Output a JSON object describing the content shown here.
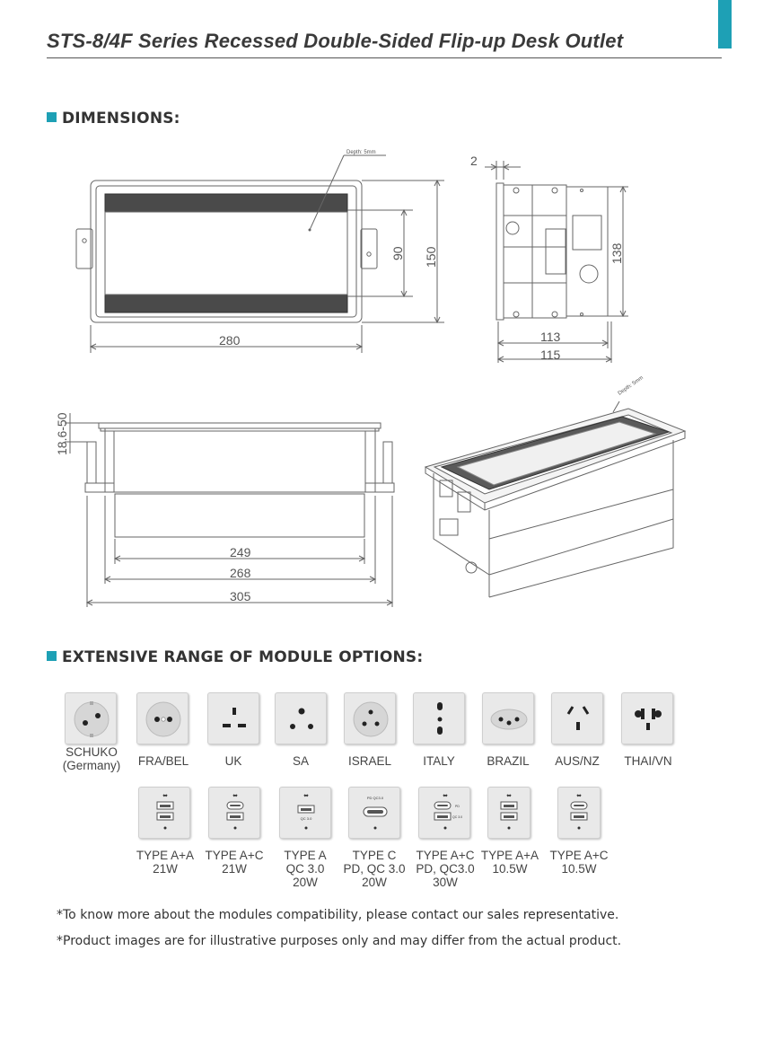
{
  "title": "STS-8/4F Series Recessed Double-Sided Flip-up Desk Outlet",
  "accent_color": "#1ea0b5",
  "sections": {
    "dimensions": "DIMENSIONS:",
    "modules": "EXTENSIVE RANGE OF MODULE OPTIONS:"
  },
  "dimensions": {
    "front_depth_note": "Depth: 5mm",
    "front_width": "280",
    "front_inner_height": "90",
    "front_height": "150",
    "side_offset": "2",
    "side_height": "138",
    "side_width_inner": "113",
    "side_width_outer": "115",
    "bottom_height_range": "18.6-50",
    "bottom_w1": "249",
    "bottom_w2": "268",
    "bottom_w3": "305",
    "iso_depth_note": "Depth: 5mm"
  },
  "power_modules": [
    {
      "label": "SCHUKO\n(Germany)",
      "icon": "schuko-socket-icon"
    },
    {
      "label": "FRA/BEL",
      "icon": "french-socket-icon"
    },
    {
      "label": "UK",
      "icon": "uk-socket-icon"
    },
    {
      "label": "SA",
      "icon": "sa-socket-icon"
    },
    {
      "label": "ISRAEL",
      "icon": "israel-socket-icon"
    },
    {
      "label": "ITALY",
      "icon": "italy-socket-icon"
    },
    {
      "label": "BRAZIL",
      "icon": "brazil-socket-icon"
    },
    {
      "label": "AUS/NZ",
      "icon": "aus-socket-icon"
    },
    {
      "label": "THAI/VN",
      "icon": "thai-socket-icon"
    }
  ],
  "usb_modules": [
    {
      "label": "TYPE A+A\n21W",
      "icon": "usb-aa-icon"
    },
    {
      "label": "TYPE A+C\n21W",
      "icon": "usb-ac-icon"
    },
    {
      "label": "TYPE A\nQC 3.0\n20W",
      "icon": "usb-a-qc-icon"
    },
    {
      "label": "TYPE C\nPD, QC 3.0\n20W",
      "icon": "usb-c-pd-icon"
    },
    {
      "label": "TYPE A+C\nPD, QC3.0\n30W",
      "icon": "usb-ac-pd-icon"
    },
    {
      "label": "TYPE A+A\n10.5W",
      "icon": "usb-aa-small-icon"
    },
    {
      "label": "TYPE A+C\n10.5W",
      "icon": "usb-ac-small-icon"
    }
  ],
  "usb_chip_text": {
    "qc": "QC 3.0",
    "pd_qc": "PD QC3.0",
    "pd": "PD",
    "qc_short": "QC 3.0"
  },
  "notes": [
    "*To know more about the modules compatibility, please contact our sales representative.",
    "*Product images are for illustrative purposes only and may differ from the actual product."
  ]
}
